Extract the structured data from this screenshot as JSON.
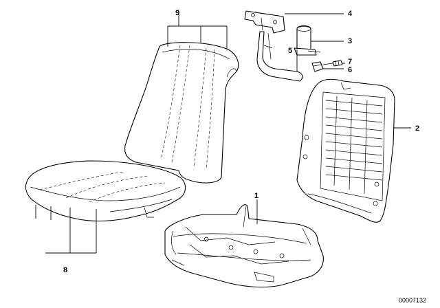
{
  "diagram": {
    "title": "Seat parts exploded view",
    "document_id": "00007132",
    "line_color": "#000000",
    "background": "#ffffff",
    "callouts": [
      {
        "id": "c1",
        "label": "1",
        "part": "seat-base-frame"
      },
      {
        "id": "c2",
        "label": "2",
        "part": "backrest-frame"
      },
      {
        "id": "c3",
        "label": "3",
        "part": "motor"
      },
      {
        "id": "c4",
        "label": "4",
        "part": "mounting-bracket"
      },
      {
        "id": "c5",
        "label": "5",
        "part": "adjuster-rod"
      },
      {
        "id": "c6",
        "label": "6",
        "part": "connector"
      },
      {
        "id": "c7",
        "label": "7",
        "part": "screw"
      },
      {
        "id": "c8",
        "label": "8",
        "part": "seat-cushion"
      },
      {
        "id": "c9",
        "label": "9",
        "part": "backrest-cover"
      }
    ]
  }
}
